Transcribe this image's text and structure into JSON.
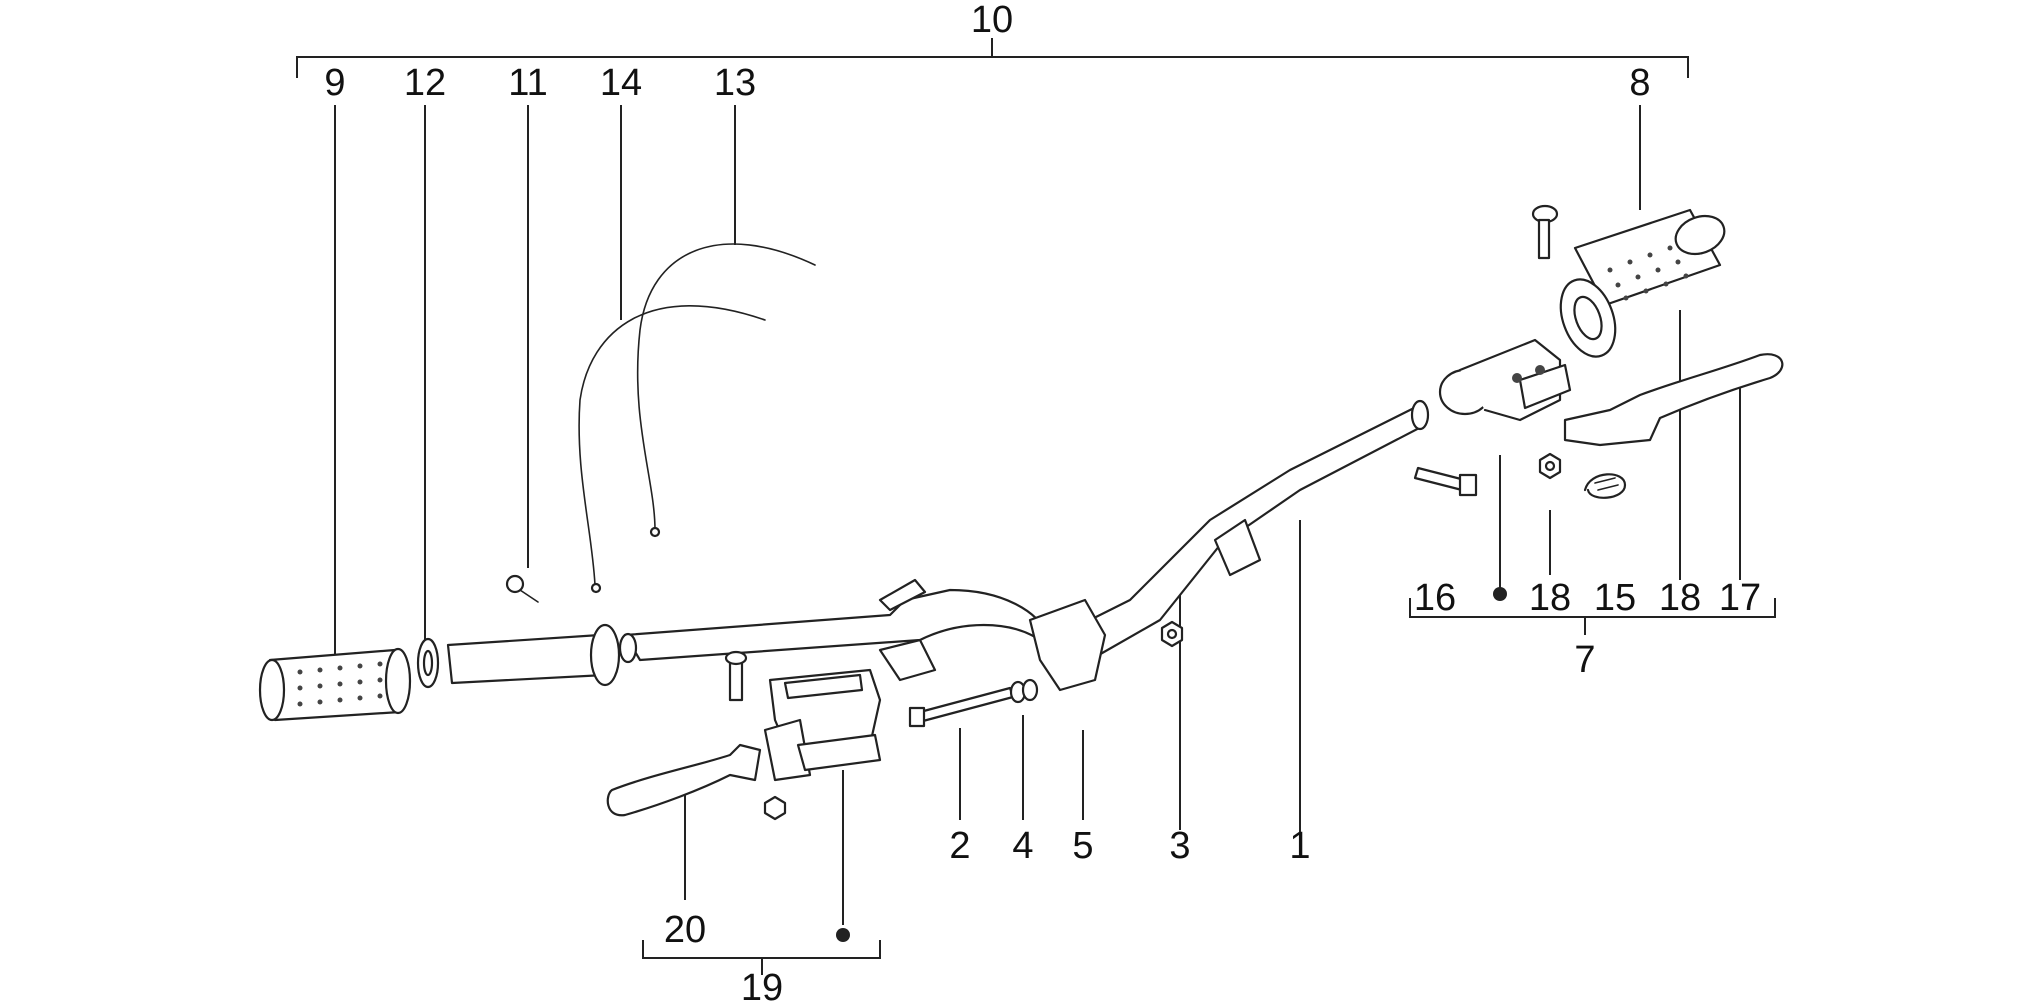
{
  "labels": {
    "l1": "1",
    "l2": "2",
    "l3": "3",
    "l4": "4",
    "l5": "5",
    "l7": "7",
    "l8": "8",
    "l9": "9",
    "l10": "10",
    "l11": "11",
    "l12": "12",
    "l13": "13",
    "l14": "14",
    "l15": "15",
    "l16": "16",
    "l17": "17",
    "l18a": "18",
    "l18b": "18",
    "l19": "19",
    "l20": "20"
  }
}
